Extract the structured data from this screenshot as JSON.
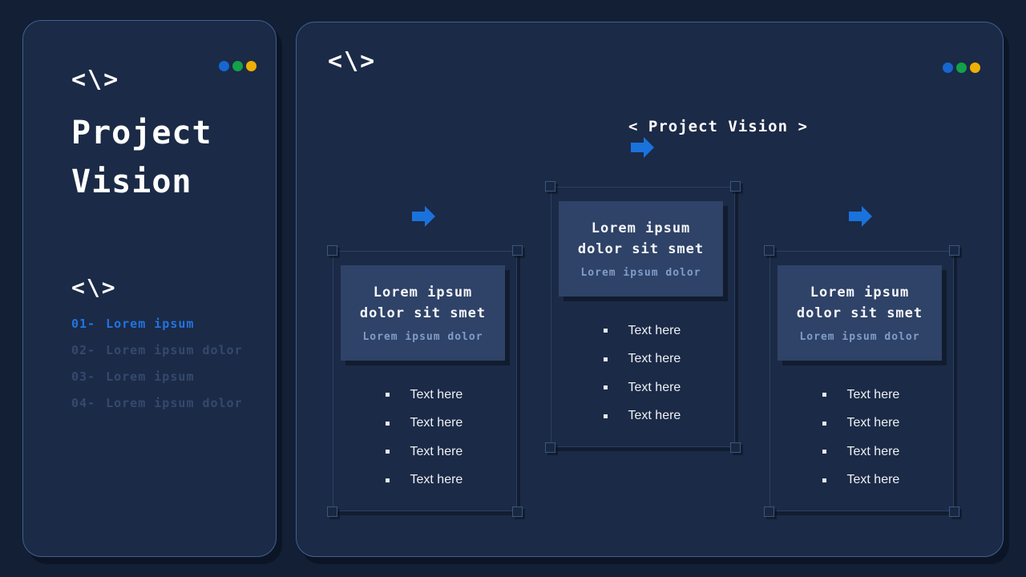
{
  "colors": {
    "page_bg": "#121f35",
    "panel_bg": "#1b2a46",
    "panel_border": "#41608f",
    "accent_arrow_blue": "#1a72dd",
    "active_item_blue": "#2274e0",
    "muted_item_blue": "#35496e",
    "header_box_bg": "#2f4267",
    "subtitle_blue": "#7f9ec9",
    "dot_blue": "#1766d1",
    "dot_green": "#12a249",
    "dot_yellow": "#eeb005"
  },
  "icons": {
    "code_glyph": "<\\>"
  },
  "sidebar": {
    "title_line1": "Project",
    "title_line2": "Vision",
    "items": [
      {
        "number": "01-",
        "label": "Lorem ipsum"
      },
      {
        "number": "02-",
        "label": "Lorem ipsum dolor"
      },
      {
        "number": "03-",
        "label": "Lorem ipsum"
      },
      {
        "number": "04-",
        "label": "Lorem ipsum dolor"
      }
    ]
  },
  "main": {
    "heading": "< Project Vision >",
    "cards": [
      {
        "title_line1": "Lorem ipsum",
        "title_line2": "dolor sit smet",
        "subtitle": "Lorem ipsum dolor",
        "bullets": [
          "Text here",
          "Text here",
          "Text here",
          "Text here"
        ]
      },
      {
        "title_line1": "Lorem ipsum",
        "title_line2": "dolor sit smet",
        "subtitle": "Lorem ipsum dolor",
        "bullets": [
          "Text here",
          "Text here",
          "Text here",
          "Text here"
        ]
      },
      {
        "title_line1": "Lorem ipsum",
        "title_line2": "dolor sit smet",
        "subtitle": "Lorem ipsum dolor",
        "bullets": [
          "Text here",
          "Text here",
          "Text here",
          "Text here"
        ]
      }
    ]
  }
}
